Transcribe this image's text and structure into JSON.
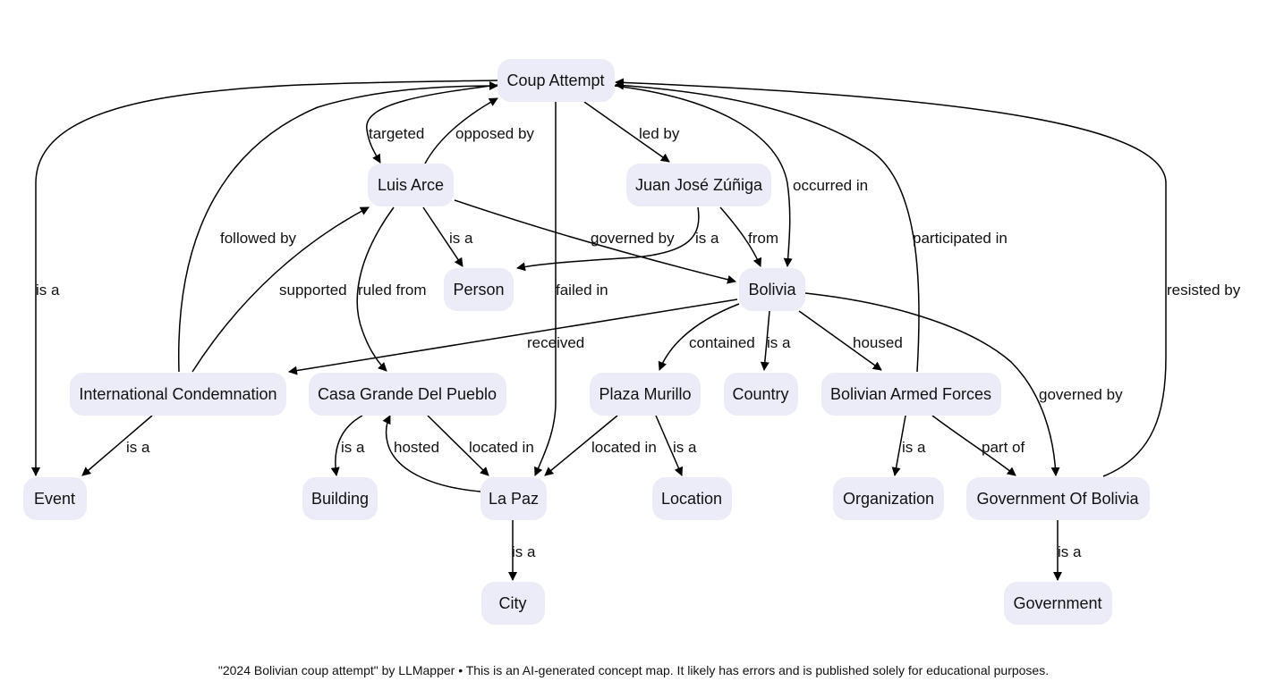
{
  "nodes": {
    "coup": "Coup Attempt",
    "arce": "Luis Arce",
    "zuniga": "Juan José Zúñiga",
    "person": "Person",
    "bolivia": "Bolivia",
    "intl": "International Condemnation",
    "casa": "Casa Grande Del Pueblo",
    "plaza": "Plaza Murillo",
    "country": "Country",
    "armed": "Bolivian Armed Forces",
    "event": "Event",
    "building": "Building",
    "lapaz": "La Paz",
    "location": "Location",
    "org": "Organization",
    "gov_bolivia": "Government Of Bolivia",
    "city": "City",
    "government": "Government"
  },
  "edges": {
    "coup_event": "is a",
    "coup_arce": "targeted",
    "arce_coup": "opposed by",
    "coup_zuniga": "led by",
    "coup_bolivia": "occurred in",
    "intl_coup": "followed by",
    "intl_arce": "supported",
    "arce_casa": "ruled from",
    "arce_person": "is a",
    "arce_bolivia": "governed by",
    "zuniga_person": "is a",
    "zuniga_bolivia": "from",
    "coup_lapaz": "failed in",
    "armed_coup": "participated in",
    "gov_coup": "resisted by",
    "bolivia_intl": "received",
    "bolivia_plaza": "contained",
    "bolivia_country": "is a",
    "bolivia_armed": "housed",
    "bolivia_gov": "governed by",
    "intl_event": "is a",
    "casa_building": "is a",
    "lapaz_casa": "hosted",
    "casa_lapaz": "located in",
    "plaza_lapaz": "located in",
    "plaza_location": "is a",
    "armed_org": "is a",
    "armed_gov": "part of",
    "lapaz_city": "is a",
    "gov_government": "is a"
  },
  "caption": "\"2024 Bolivian coup attempt\" by LLMapper • This is an AI-generated concept map. It likely has errors and is published solely for educational purposes."
}
